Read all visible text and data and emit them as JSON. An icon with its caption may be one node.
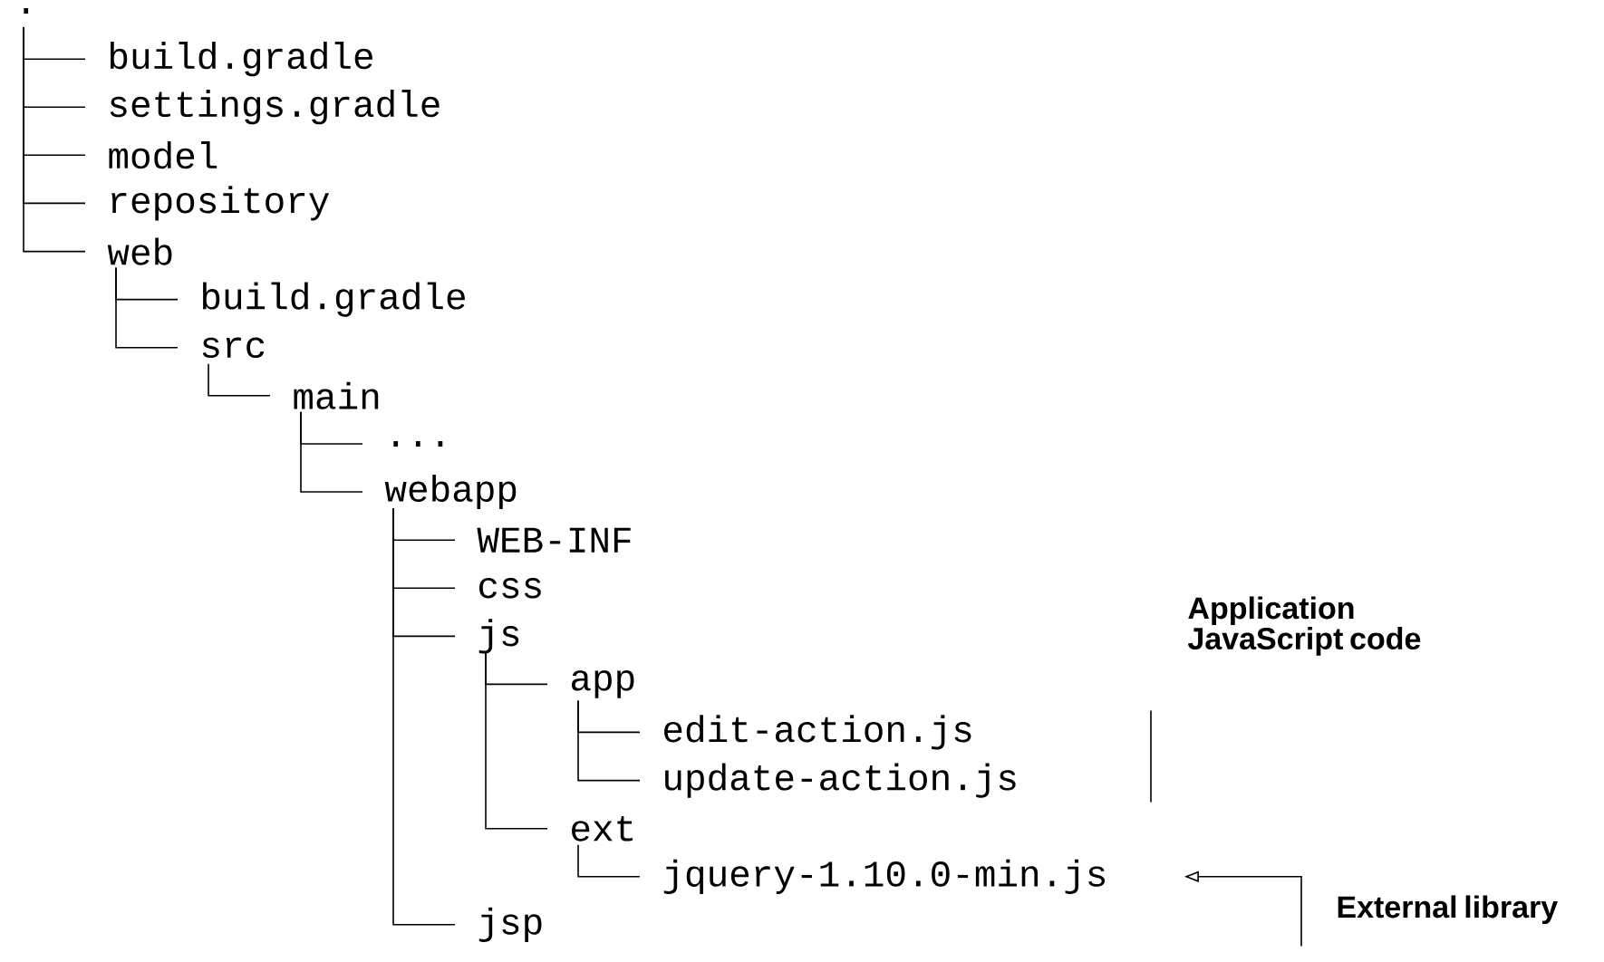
{
  "diagram": {
    "nodes": [
      {
        "text": [
          "."
        ]
      },
      {
        "text": [
          "build.gradle"
        ]
      },
      {
        "text": [
          "settings.gradle"
        ]
      },
      {
        "text": [
          "model"
        ]
      },
      {
        "text": [
          "repository"
        ]
      },
      {
        "text": [
          "web"
        ]
      },
      {
        "text": [
          "build.gradle"
        ]
      },
      {
        "text": [
          "src"
        ]
      },
      {
        "text": [
          "main"
        ]
      },
      {
        "text": [
          "..."
        ]
      },
      {
        "text": [
          "webapp"
        ]
      },
      {
        "text": [
          "WEB-INF"
        ]
      },
      {
        "text": [
          "css"
        ]
      },
      {
        "text": [
          "js"
        ]
      },
      {
        "text": [
          "app"
        ]
      },
      {
        "text": [
          "edit-action.js"
        ]
      },
      {
        "text": [
          "update-action.js"
        ]
      },
      {
        "text": [
          "ext"
        ]
      },
      {
        "text": [
          "jquery-1.10.0-min.js"
        ]
      },
      {
        "text": [
          "jsp"
        ]
      },
      {
        "text": [
          "Application JavaScript code"
        ]
      },
      {
        "text": [
          "External library"
        ]
      }
    ],
    "edges": [
      {
        "from": 0,
        "to": 1,
        "arrow": "none"
      },
      {
        "from": 0,
        "to": 2,
        "arrow": "none"
      },
      {
        "from": 0,
        "to": 3,
        "arrow": "none"
      },
      {
        "from": 0,
        "to": 4,
        "arrow": "none"
      },
      {
        "from": 0,
        "to": 5,
        "arrow": "none"
      },
      {
        "from": 5,
        "to": 6,
        "arrow": "none"
      },
      {
        "from": 5,
        "to": 7,
        "arrow": "none"
      },
      {
        "from": 7,
        "to": 8,
        "arrow": "none"
      },
      {
        "from": 8,
        "to": 9,
        "arrow": "none"
      },
      {
        "from": 8,
        "to": 10,
        "arrow": "none"
      },
      {
        "from": 10,
        "to": 11,
        "arrow": "none"
      },
      {
        "from": 10,
        "to": 12,
        "arrow": "none"
      },
      {
        "from": 10,
        "to": 13,
        "arrow": "none"
      },
      {
        "from": 13,
        "to": 14,
        "arrow": "none"
      },
      {
        "from": 14,
        "to": 15,
        "arrow": "none"
      },
      {
        "from": 14,
        "to": 16,
        "arrow": "none"
      },
      {
        "from": 13,
        "to": 17,
        "arrow": "none"
      },
      {
        "from": 17,
        "to": 18,
        "arrow": "none"
      },
      {
        "from": 10,
        "to": 19,
        "arrow": "none"
      },
      {
        "from": 21,
        "to": 18,
        "arrow": "to"
      }
    ]
  }
}
